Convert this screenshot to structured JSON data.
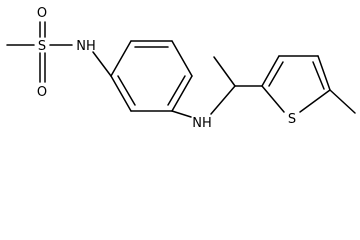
{
  "molecule": {
    "atoms": {
      "sulfonyl_s": "S",
      "sulfonyl_o_top": "O",
      "sulfonyl_o_bottom": "O",
      "amide_nh": "NH",
      "amine_nh": "NH",
      "thiophene_s": "S"
    }
  }
}
